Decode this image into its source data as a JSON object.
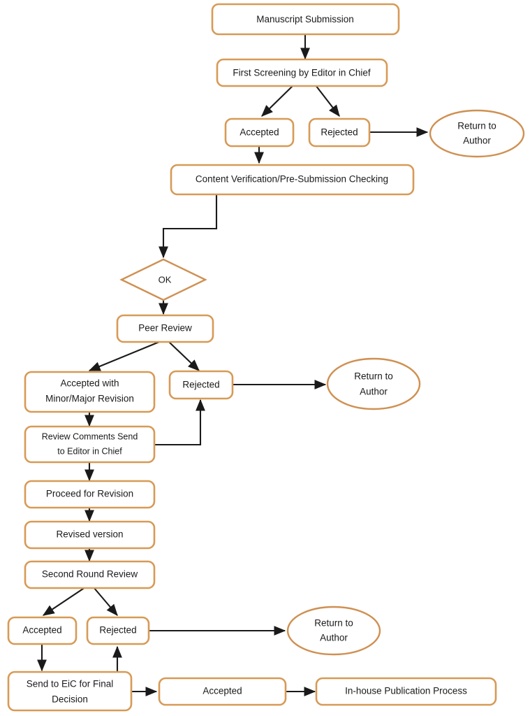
{
  "diagram": {
    "title": "Manuscript Submission and Peer Review Workflow",
    "type": "flowchart",
    "colors": {
      "node_border": "#d79a56",
      "node_fill": "#ffffff",
      "edge": "#1a1a1a",
      "text": "#1a1a1a",
      "background": "#ffffff"
    },
    "nodes": [
      {
        "id": "manuscript_submission",
        "label": "Manuscript Submission",
        "shape": "rounded-rect"
      },
      {
        "id": "first_screening",
        "label": "First Screening by Editor in Chief",
        "shape": "rounded-rect"
      },
      {
        "id": "screen_accepted",
        "label": "Accepted",
        "shape": "rounded-rect"
      },
      {
        "id": "screen_rejected",
        "label": "Rejected",
        "shape": "rounded-rect"
      },
      {
        "id": "return_author_1_line1",
        "label": "Return to",
        "shape": "ellipse"
      },
      {
        "id": "return_author_1_line2",
        "label": "Author",
        "shape": "ellipse"
      },
      {
        "id": "content_verification",
        "label": "Content Verification/Pre-Submission Checking",
        "shape": "rounded-rect"
      },
      {
        "id": "ok_decision",
        "label": "OK",
        "shape": "diamond"
      },
      {
        "id": "peer_review",
        "label": "Peer Review",
        "shape": "rounded-rect"
      },
      {
        "id": "accepted_with_revision_line1",
        "label": "Accepted with",
        "shape": "rounded-rect"
      },
      {
        "id": "accepted_with_revision_line2",
        "label": "Minor/Major Revision",
        "shape": "rounded-rect"
      },
      {
        "id": "peer_rejected",
        "label": "Rejected",
        "shape": "rounded-rect"
      },
      {
        "id": "return_author_2_line1",
        "label": "Return to",
        "shape": "ellipse"
      },
      {
        "id": "return_author_2_line2",
        "label": "Author",
        "shape": "ellipse"
      },
      {
        "id": "review_comments_line1",
        "label": "Review Comments Send",
        "shape": "rounded-rect"
      },
      {
        "id": "review_comments_line2",
        "label": "to Editor in Chief",
        "shape": "rounded-rect"
      },
      {
        "id": "proceed_for_revision",
        "label": "Proceed for Revision",
        "shape": "rounded-rect"
      },
      {
        "id": "revised_version",
        "label": "Revised version",
        "shape": "rounded-rect"
      },
      {
        "id": "second_round_review",
        "label": "Second Round Review",
        "shape": "rounded-rect"
      },
      {
        "id": "second_accepted",
        "label": "Accepted",
        "shape": "rounded-rect"
      },
      {
        "id": "second_rejected",
        "label": "Rejected",
        "shape": "rounded-rect"
      },
      {
        "id": "return_author_3_line1",
        "label": "Return to",
        "shape": "ellipse"
      },
      {
        "id": "return_author_3_line2",
        "label": "Author",
        "shape": "ellipse"
      },
      {
        "id": "send_to_eic_line1",
        "label": "Send to EiC for Final",
        "shape": "rounded-rect"
      },
      {
        "id": "send_to_eic_line2",
        "label": "Decision",
        "shape": "rounded-rect"
      },
      {
        "id": "final_accepted",
        "label": "Accepted",
        "shape": "rounded-rect"
      },
      {
        "id": "in_house_publication",
        "label": "In-house Publication Process",
        "shape": "rounded-rect"
      }
    ],
    "edges": [
      {
        "from": "manuscript_submission",
        "to": "first_screening"
      },
      {
        "from": "first_screening",
        "to": "screen_accepted"
      },
      {
        "from": "first_screening",
        "to": "screen_rejected"
      },
      {
        "from": "screen_rejected",
        "to": "return_author_1"
      },
      {
        "from": "screen_accepted",
        "to": "content_verification"
      },
      {
        "from": "content_verification",
        "to": "ok_decision"
      },
      {
        "from": "ok_decision",
        "to": "peer_review"
      },
      {
        "from": "peer_review",
        "to": "accepted_with_revision"
      },
      {
        "from": "peer_review",
        "to": "peer_rejected"
      },
      {
        "from": "peer_rejected",
        "to": "return_author_2"
      },
      {
        "from": "accepted_with_revision",
        "to": "review_comments"
      },
      {
        "from": "review_comments",
        "to": "peer_rejected"
      },
      {
        "from": "review_comments",
        "to": "proceed_for_revision"
      },
      {
        "from": "proceed_for_revision",
        "to": "revised_version"
      },
      {
        "from": "revised_version",
        "to": "second_round_review"
      },
      {
        "from": "second_round_review",
        "to": "second_accepted"
      },
      {
        "from": "second_round_review",
        "to": "second_rejected"
      },
      {
        "from": "second_rejected",
        "to": "return_author_3"
      },
      {
        "from": "second_accepted",
        "to": "send_to_eic"
      },
      {
        "from": "send_to_eic",
        "to": "second_rejected"
      },
      {
        "from": "send_to_eic",
        "to": "final_accepted"
      },
      {
        "from": "final_accepted",
        "to": "in_house_publication"
      }
    ]
  }
}
